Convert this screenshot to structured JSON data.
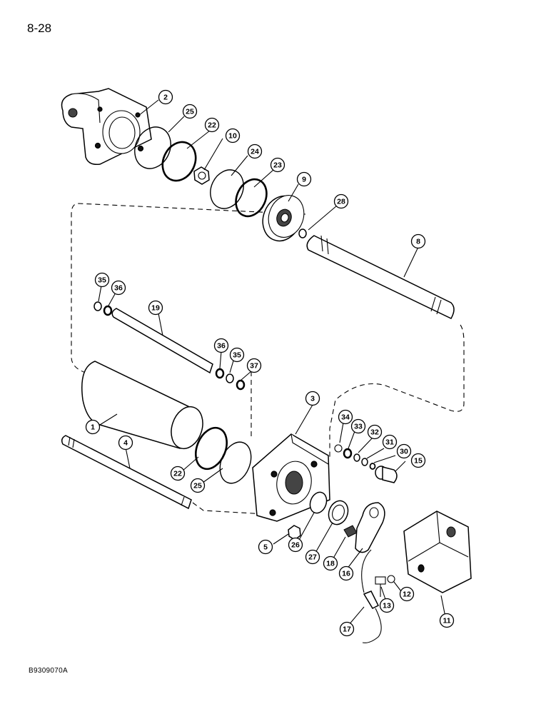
{
  "page": {
    "number": "8-28",
    "figure_code": "B9309070A"
  },
  "callouts": [
    {
      "label": "2"
    },
    {
      "label": "25"
    },
    {
      "label": "22"
    },
    {
      "label": "10"
    },
    {
      "label": "24"
    },
    {
      "label": "23"
    },
    {
      "label": "9"
    },
    {
      "label": "28"
    },
    {
      "label": "8"
    },
    {
      "label": "35"
    },
    {
      "label": "36"
    },
    {
      "label": "19"
    },
    {
      "label": "36"
    },
    {
      "label": "35"
    },
    {
      "label": "37"
    },
    {
      "label": "1"
    },
    {
      "label": "4"
    },
    {
      "label": "22"
    },
    {
      "label": "25"
    },
    {
      "label": "3"
    },
    {
      "label": "34"
    },
    {
      "label": "33"
    },
    {
      "label": "32"
    },
    {
      "label": "31"
    },
    {
      "label": "30"
    },
    {
      "label": "15"
    },
    {
      "label": "5"
    },
    {
      "label": "26"
    },
    {
      "label": "27"
    },
    {
      "label": "18"
    },
    {
      "label": "16"
    },
    {
      "label": "12"
    },
    {
      "label": "13"
    },
    {
      "label": "11"
    },
    {
      "label": "17"
    }
  ]
}
